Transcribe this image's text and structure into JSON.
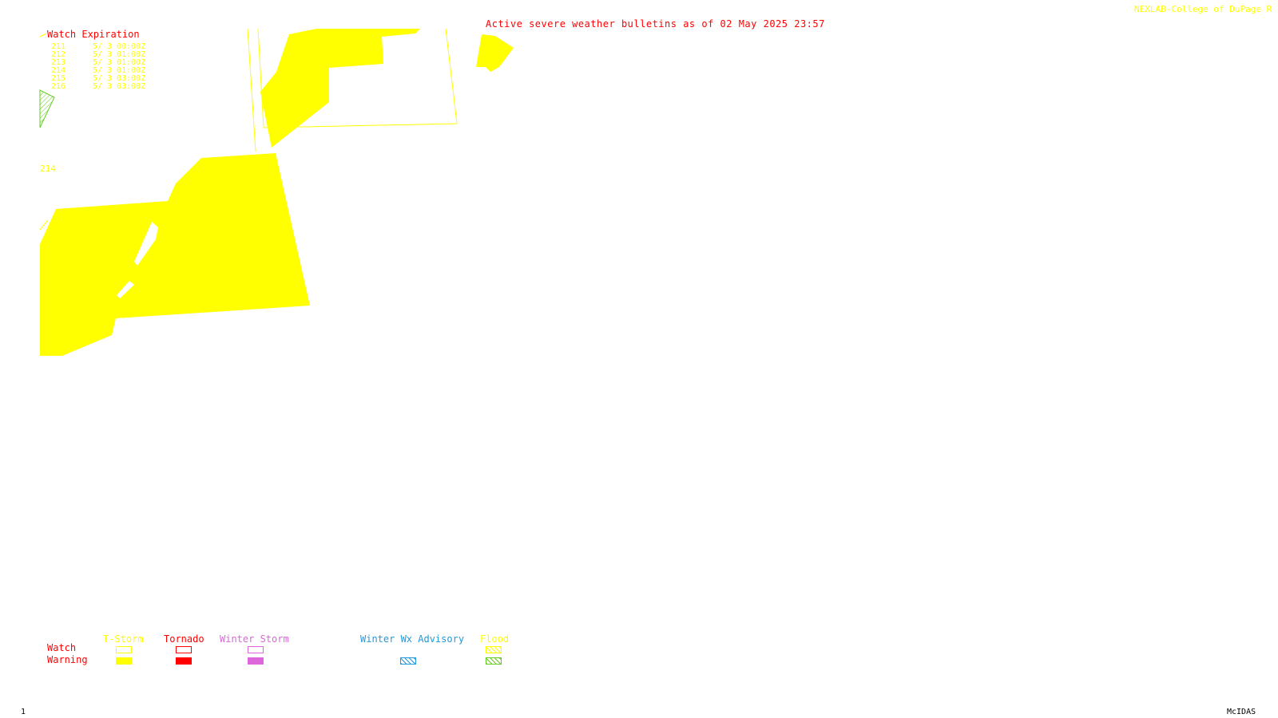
{
  "header": {
    "title": "Active severe weather bulletins as of 02 May 2025 23:57",
    "credit": "NEXLAB-College of DuPage R"
  },
  "watch_expiration": {
    "title": "Watch Expiration",
    "rows": [
      {
        "id": "211",
        "time": "5/ 3 00:00Z"
      },
      {
        "id": "212",
        "time": "5/ 3 01:00Z"
      },
      {
        "id": "213",
        "time": "5/ 3 01:00Z"
      },
      {
        "id": "214",
        "time": "5/ 3 01:00Z"
      },
      {
        "id": "215",
        "time": "5/ 3 03:00Z"
      },
      {
        "id": "216",
        "time": "5/ 3 03:00Z"
      }
    ]
  },
  "map": {
    "watch_label": "214",
    "colors": {
      "tstorm": "#ffff00",
      "tornado": "#ff0000",
      "winter_storm": "#dd66dd",
      "winter_wx_advisory": "#2299dd",
      "flood": "#66cc22"
    }
  },
  "legend": {
    "row_watch": "Watch",
    "row_warning": "Warning",
    "columns": [
      {
        "label": "T-Storm",
        "color": "#ffff00"
      },
      {
        "label": "Tornado",
        "color": "#ff0000"
      },
      {
        "label": "Winter Storm",
        "color": "#dd66dd"
      },
      {
        "label": "Winter Wx Advisory",
        "color": "#2299dd"
      },
      {
        "label": "Flood",
        "color": "#ffff00"
      }
    ]
  },
  "footer": {
    "frame_number": "1",
    "product": "McIDAS"
  }
}
